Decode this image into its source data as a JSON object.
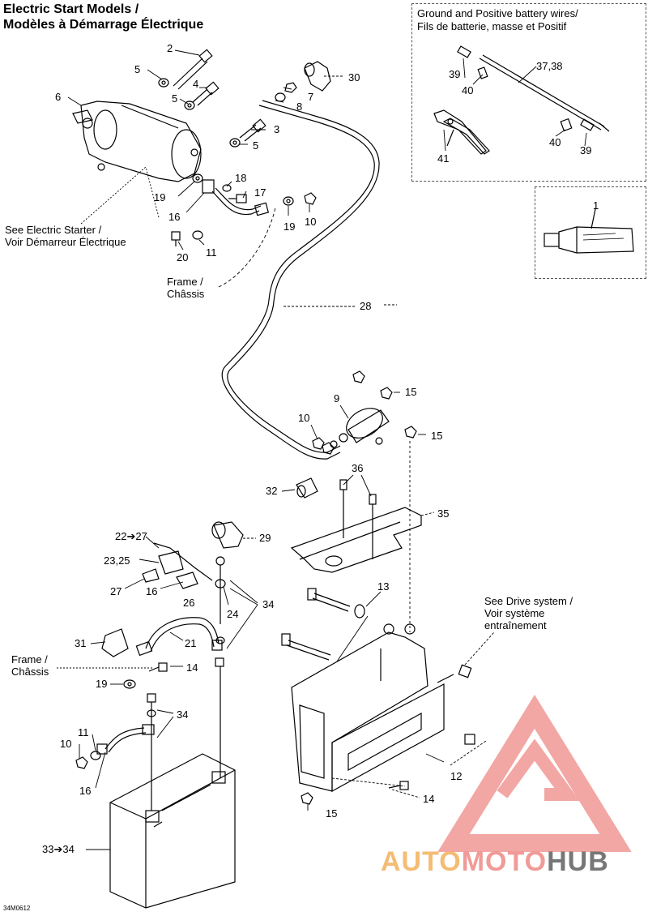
{
  "title": {
    "line1": "Electric Start Models /",
    "line2": "Modèles à Démarrage Électrique"
  },
  "inset_battery_wires": {
    "title_line1": "Ground and Positive battery wires/",
    "title_line2": "Fils de batterie, masse et Positif"
  },
  "notes": {
    "see_starter_line1": "See Electric Starter /",
    "see_starter_line2": "Voir Démarreur Électrique",
    "frame_top_line1": "Frame /",
    "frame_top_line2": "Châssis",
    "frame_bottom_line1": "Frame /",
    "frame_bottom_line2": "Châssis",
    "see_drive_line1": "See Drive system /",
    "see_drive_line2": "Voir système",
    "see_drive_line3": "entraînement"
  },
  "callouts": {
    "c1": "1",
    "c2": "2",
    "c3": "3",
    "c4": "4",
    "c5a": "5",
    "c5b": "5",
    "c5c": "5",
    "c6": "6",
    "c7": "7",
    "c8": "8",
    "c9": "9",
    "c10a": "10",
    "c10b": "10",
    "c10c": "10",
    "c11a": "11",
    "c11b": "11",
    "c12": "12",
    "c13": "13",
    "c14a": "14",
    "c14b": "14",
    "c15a": "15",
    "c15b": "15",
    "c15c": "15",
    "c16a": "16",
    "c16b": "16",
    "c17": "17",
    "c18": "18",
    "c19a": "19",
    "c19b": "19",
    "c19c": "19",
    "c20": "20",
    "c21": "21",
    "c22": "22➔27",
    "c23": "23,25",
    "c24": "24",
    "c26": "26",
    "c27": "27",
    "c28": "28",
    "c29": "29",
    "c30": "30",
    "c31": "31",
    "c32": "32",
    "c33": "33➔34",
    "c34a": "34",
    "c34b": "34",
    "c35": "35",
    "c36": "36",
    "c37": "37,38",
    "c39a": "39",
    "c39b": "39",
    "c40a": "40",
    "c40b": "40",
    "c41": "41",
    "c16c": "16"
  },
  "diagram_code": "34M0612",
  "watermark": {
    "part1": "AUTO",
    "part2": "MOTO",
    "part3": "HUB"
  },
  "colors": {
    "line": "#000000",
    "watermark_orange": "#f3b15c",
    "watermark_red": "#ee8a86",
    "watermark_dark": "#4a4a4a"
  }
}
